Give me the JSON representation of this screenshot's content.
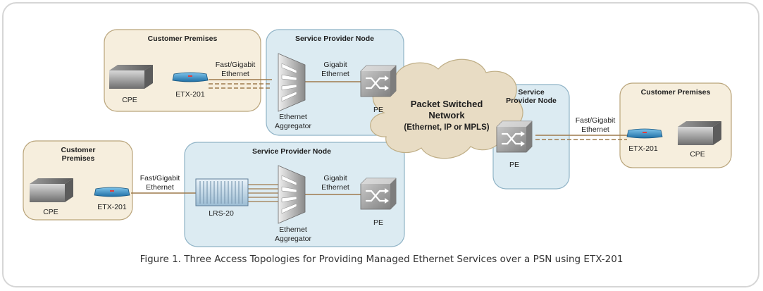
{
  "caption": "Figure 1.  Three Access Topologies for Providing Managed Ethernet Services over a PSN using ETX-201",
  "colors": {
    "customer_fill": "#f6eedd",
    "customer_stroke": "#b9a47a",
    "provider_fill": "#dcebf2",
    "provider_stroke": "#8fb3c6",
    "link": "#9e7a4c",
    "cloud": "#e8dcc4"
  },
  "cloud": {
    "line1": "Packet Switched",
    "line2": "Network",
    "line3": "(Ethernet, IP or MPLS)"
  },
  "top_customer": {
    "title": "Customer Premises",
    "cpe": "CPE",
    "etx": "ETX-201"
  },
  "top_link": {
    "line1": "Fast/Gigabit",
    "line2": "Ethernet"
  },
  "top_provider": {
    "title": "Service Provider Node",
    "gig1": "Gigabit",
    "gig2": "Ethernet",
    "agg1": "Ethernet",
    "agg2": "Aggregator",
    "pe": "PE"
  },
  "bottom_customer": {
    "title1": "Customer",
    "title2": "Premises",
    "cpe": "CPE",
    "etx": "ETX-201"
  },
  "bottom_link": {
    "line1": "Fast/Gigabit",
    "line2": "Ethernet"
  },
  "bottom_provider": {
    "title": "Service Provider Node",
    "lrs": "LRS-20",
    "gig1": "Gigabit",
    "gig2": "Ethernet",
    "agg1": "Ethernet",
    "agg2": "Aggregator",
    "pe": "PE"
  },
  "right_provider": {
    "title1": "Service",
    "title2": "Provider Node",
    "pe": "PE"
  },
  "right_link": {
    "line1": "Fast/Gigabit",
    "line2": "Ethernet"
  },
  "right_customer": {
    "title": "Customer Premises",
    "etx": "ETX-201",
    "cpe": "CPE"
  }
}
